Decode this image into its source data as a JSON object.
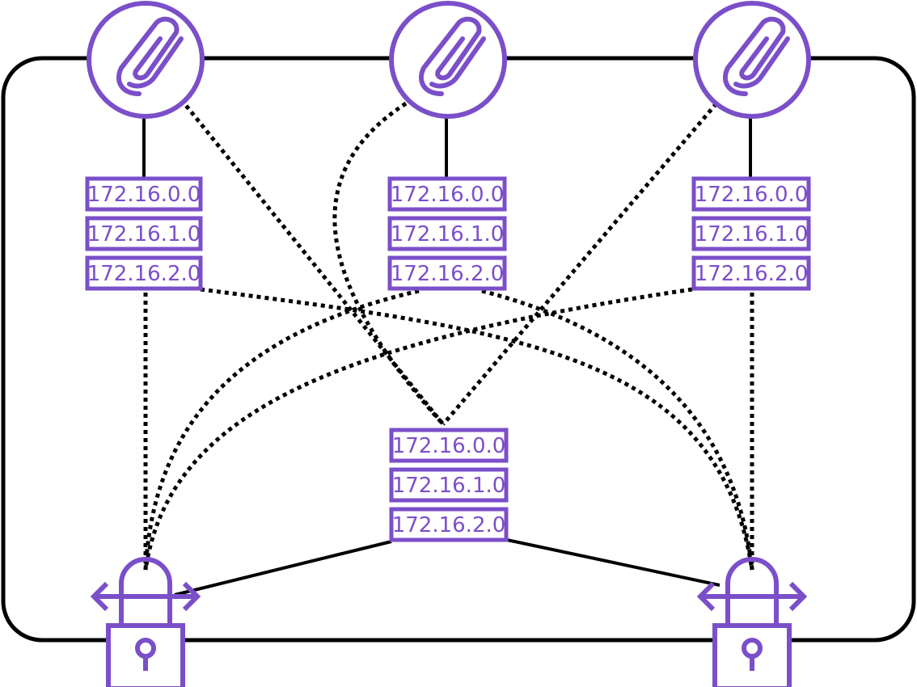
{
  "colors": {
    "accent": "#7b4fc9",
    "line": "#000000",
    "background": "#ffffff"
  },
  "icons": {
    "attachment": "paperclip-icon",
    "gateway": "lock-with-bidirectional-arrows-icon"
  },
  "route_tables": [
    {
      "id": "route-table-1",
      "entries": [
        "172.16.0.0",
        "172.16.1.0",
        "172.16.2.0"
      ]
    },
    {
      "id": "route-table-2",
      "entries": [
        "172.16.0.0",
        "172.16.1.0",
        "172.16.2.0"
      ]
    },
    {
      "id": "route-table-3",
      "entries": [
        "172.16.0.0",
        "172.16.1.0",
        "172.16.2.0"
      ]
    },
    {
      "id": "route-table-center",
      "entries": [
        "172.16.0.0",
        "172.16.1.0",
        "172.16.2.0"
      ]
    }
  ]
}
